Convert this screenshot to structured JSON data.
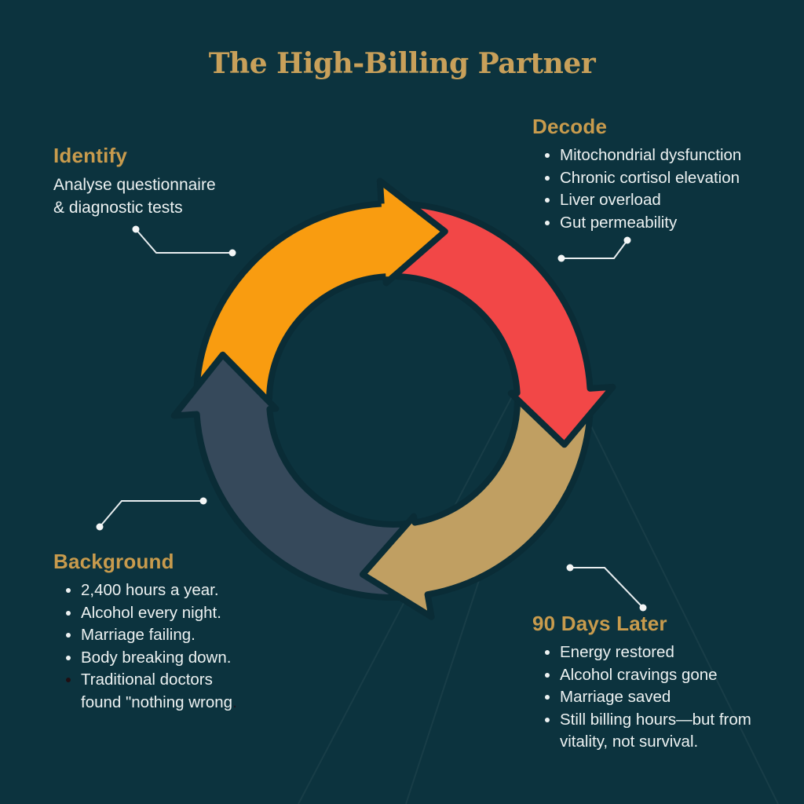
{
  "title": "The High-Billing Partner",
  "colors": {
    "background": "#0c333e",
    "outline": "#0a2c36",
    "title_gold": "#c8a05a",
    "heading_gold": "#c89b4d",
    "body_text": "#edf2f2",
    "connector": "#e9eef0",
    "connector_dot": "#f4f6f6",
    "faint_line": "rgba(255,255,255,0.05)",
    "arrow_orange": "#f99c10",
    "arrow_red": "#f24747",
    "arrow_gold": "#c09f62",
    "arrow_slate": "#36495b",
    "dark_bullet": "#200f13"
  },
  "sections": {
    "identify": {
      "heading": "Identify",
      "body": "Analyse questionnaire\n& diagnostic tests"
    },
    "decode": {
      "heading": "Decode",
      "items": [
        {
          "text": "Mitochondrial dysfunction"
        },
        {
          "text": "Chronic cortisol elevation"
        },
        {
          "text": "Liver overload"
        },
        {
          "text": "Gut permeability"
        }
      ]
    },
    "background": {
      "heading": "Background",
      "items": [
        {
          "text": "2,400 hours a year."
        },
        {
          "text": "Alcohol every night."
        },
        {
          "text": "Marriage failing."
        },
        {
          "text": "Body breaking down."
        },
        {
          "text": "Traditional doctors\nfound \"nothing wrong",
          "bullet": "dark",
          "suffix": "."
        }
      ]
    },
    "ninety_days": {
      "heading": "90 Days Later",
      "items": [
        {
          "text": "Energy restored"
        },
        {
          "text": "Alcohol cravings gone"
        },
        {
          "text": "Marriage saved"
        },
        {
          "text": "Still billing hours—but from\nvitality, not survival."
        }
      ]
    }
  },
  "diagram": {
    "arrows": [
      {
        "name": "identify",
        "color_key": "arrow_orange",
        "tail": 181,
        "base": 266.5,
        "tip": 287
      },
      {
        "name": "background",
        "color_key": "arrow_slate",
        "tail": 84,
        "base": 176,
        "tip": 195
      },
      {
        "name": "ninety-days",
        "color_key": "arrow_gold",
        "tail": 357,
        "base": 440,
        "tip": 460
      },
      {
        "name": "decode",
        "color_key": "arrow_red",
        "tail": 272,
        "base": 356.5,
        "tip": 374.5
      }
    ]
  }
}
